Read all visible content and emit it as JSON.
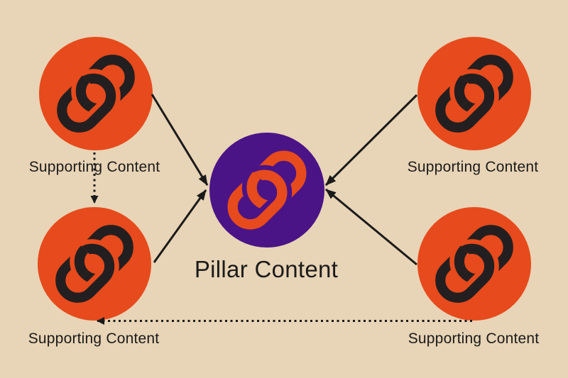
{
  "diagram": {
    "title_visible": false,
    "background_color": "#E8D4B6",
    "colors": {
      "supporting_node": "#E74A1C",
      "pillar_node": "#4A1487",
      "chain_icon_dark": "#231F20",
      "chain_icon_orange": "#E74A1C",
      "text": "#1B1B1B",
      "arrow": "#1A1A1A"
    },
    "pillar": {
      "label": "Pillar Content",
      "icon": "chain-link-icon",
      "shape": "circle"
    },
    "supporting": [
      {
        "position": "top-left",
        "label": "Supporting Content",
        "icon": "chain-link-icon",
        "shape": "circle"
      },
      {
        "position": "top-right",
        "label": "Supporting Content",
        "icon": "chain-link-icon",
        "shape": "circle"
      },
      {
        "position": "bottom-left",
        "label": "Supporting Content",
        "icon": "chain-link-icon",
        "shape": "circle"
      },
      {
        "position": "bottom-right",
        "label": "Supporting Content",
        "icon": "chain-link-icon",
        "shape": "circle"
      }
    ],
    "connections": [
      {
        "from": "supporting-top-left",
        "to": "pillar",
        "style": "solid-arrow"
      },
      {
        "from": "supporting-bottom-left",
        "to": "pillar",
        "style": "solid-arrow"
      },
      {
        "from": "supporting-top-right",
        "to": "pillar",
        "style": "solid-arrow"
      },
      {
        "from": "supporting-bottom-right",
        "to": "pillar",
        "style": "solid-arrow"
      },
      {
        "from": "supporting-top-left",
        "to": "supporting-bottom-left",
        "style": "dotted-arrow"
      },
      {
        "from": "supporting-bottom-right",
        "to": "supporting-bottom-left",
        "style": "dotted-arrow"
      }
    ]
  }
}
